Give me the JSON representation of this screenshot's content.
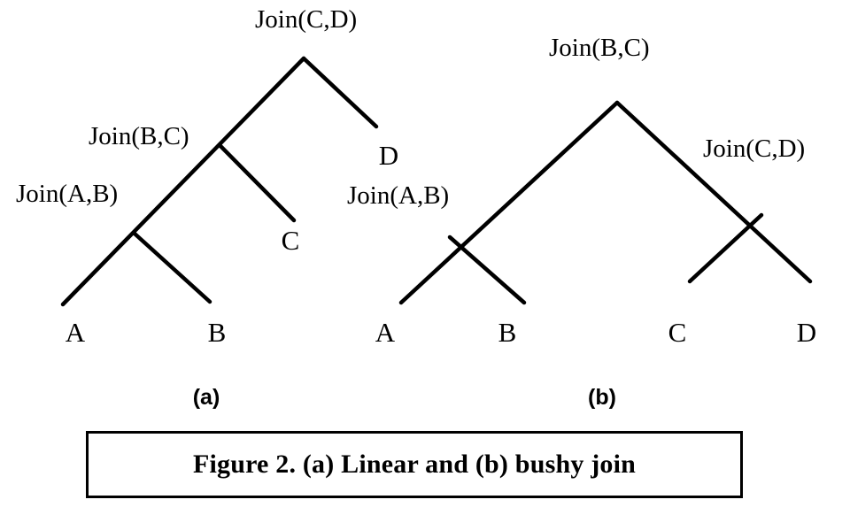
{
  "figure": {
    "caption": "Figure 2. (a) Linear and (b) bushy join",
    "background_color": "#ffffff",
    "line_color": "#000000",
    "text_color": "#000000"
  },
  "subfigures": [
    {
      "key": "a",
      "tag": "(a)",
      "kind": "linear join tree",
      "internal_nodes": [
        {
          "id": "a-join-cd",
          "label": "Join(C,D)"
        },
        {
          "id": "a-join-bc",
          "label": "Join(B,C)"
        },
        {
          "id": "a-join-ab",
          "label": "Join(A,B)"
        }
      ],
      "leaves": [
        {
          "id": "a-leaf-a",
          "label": "A"
        },
        {
          "id": "a-leaf-b",
          "label": "B"
        },
        {
          "id": "a-leaf-c",
          "label": "C"
        },
        {
          "id": "a-leaf-d",
          "label": "D"
        }
      ]
    },
    {
      "key": "b",
      "tag": "(b)",
      "kind": "bushy join tree",
      "internal_nodes": [
        {
          "id": "b-join-bc",
          "label": "Join(B,C)"
        },
        {
          "id": "b-join-ab",
          "label": "Join(A,B)"
        },
        {
          "id": "b-join-cd",
          "label": "Join(C,D)"
        }
      ],
      "leaves": [
        {
          "id": "b-leaf-a",
          "label": "A"
        },
        {
          "id": "b-leaf-b",
          "label": "B"
        },
        {
          "id": "b-leaf-c",
          "label": "C"
        },
        {
          "id": "b-leaf-d",
          "label": "D"
        }
      ]
    }
  ]
}
